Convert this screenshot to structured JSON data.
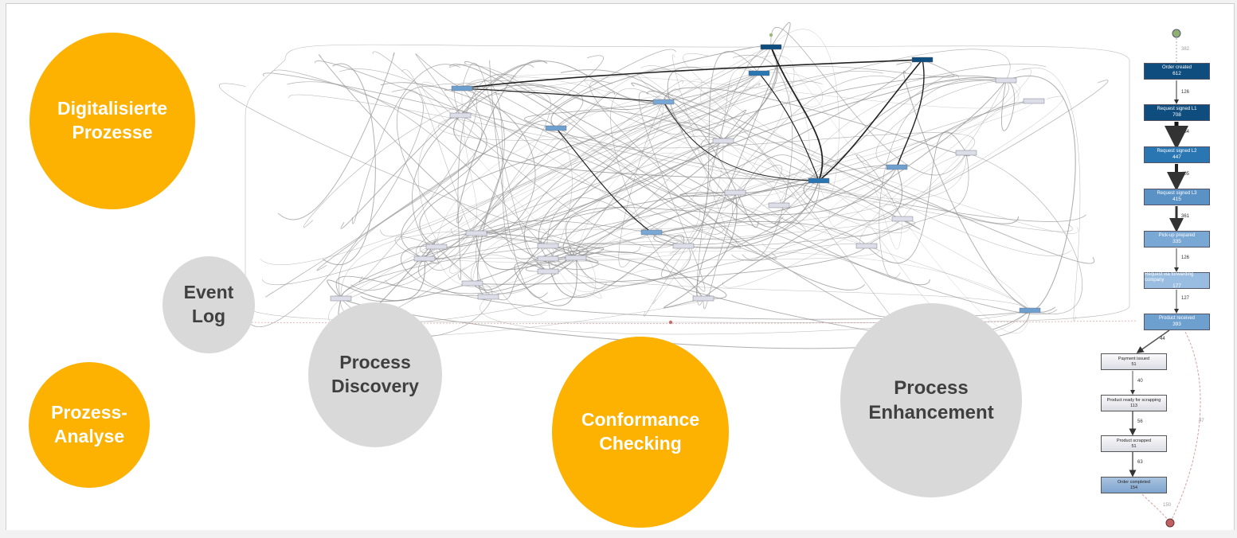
{
  "circles": {
    "digital": "Digitalisierte\nProzesse",
    "eventlog": "Event\nLog",
    "analyse": "Prozess-\nAnalyse",
    "discovery": "Process\nDiscovery",
    "conformance": "Conformance\nChecking",
    "enhancement": "Process\nEnhancement"
  },
  "process_map": {
    "start_count": "382",
    "nodes": [
      {
        "label": "Order created",
        "count": "612",
        "color": "#0e4d7e"
      },
      {
        "label": "Request signed L1",
        "count": "708",
        "color": "#0e4d7e"
      },
      {
        "label": "Request signed L2",
        "count": "447",
        "color": "#2a76b3"
      },
      {
        "label": "Request signed L3",
        "count": "415",
        "color": "#5b92c6"
      },
      {
        "label": "Pick-up prepared",
        "count": "335",
        "color": "#7aa8d5"
      },
      {
        "label": "Request via forwarding company",
        "count": "177",
        "color": "#99bde0"
      },
      {
        "label": "Product received",
        "count": "393",
        "color": "#6d9fcf"
      }
    ],
    "edges": [
      "126",
      "484",
      "405",
      "361",
      "126",
      "127"
    ],
    "branch": [
      {
        "label": "Payment issued",
        "count": "51"
      },
      {
        "label": "Product ready for scrapping",
        "count": "113"
      },
      {
        "label": "Product scrapped",
        "count": "51"
      },
      {
        "label": "Order completed",
        "count": "154"
      }
    ],
    "branch_edges": [
      "44",
      "40",
      "56",
      "63"
    ],
    "side_edge": "47",
    "end_edge": "150"
  }
}
